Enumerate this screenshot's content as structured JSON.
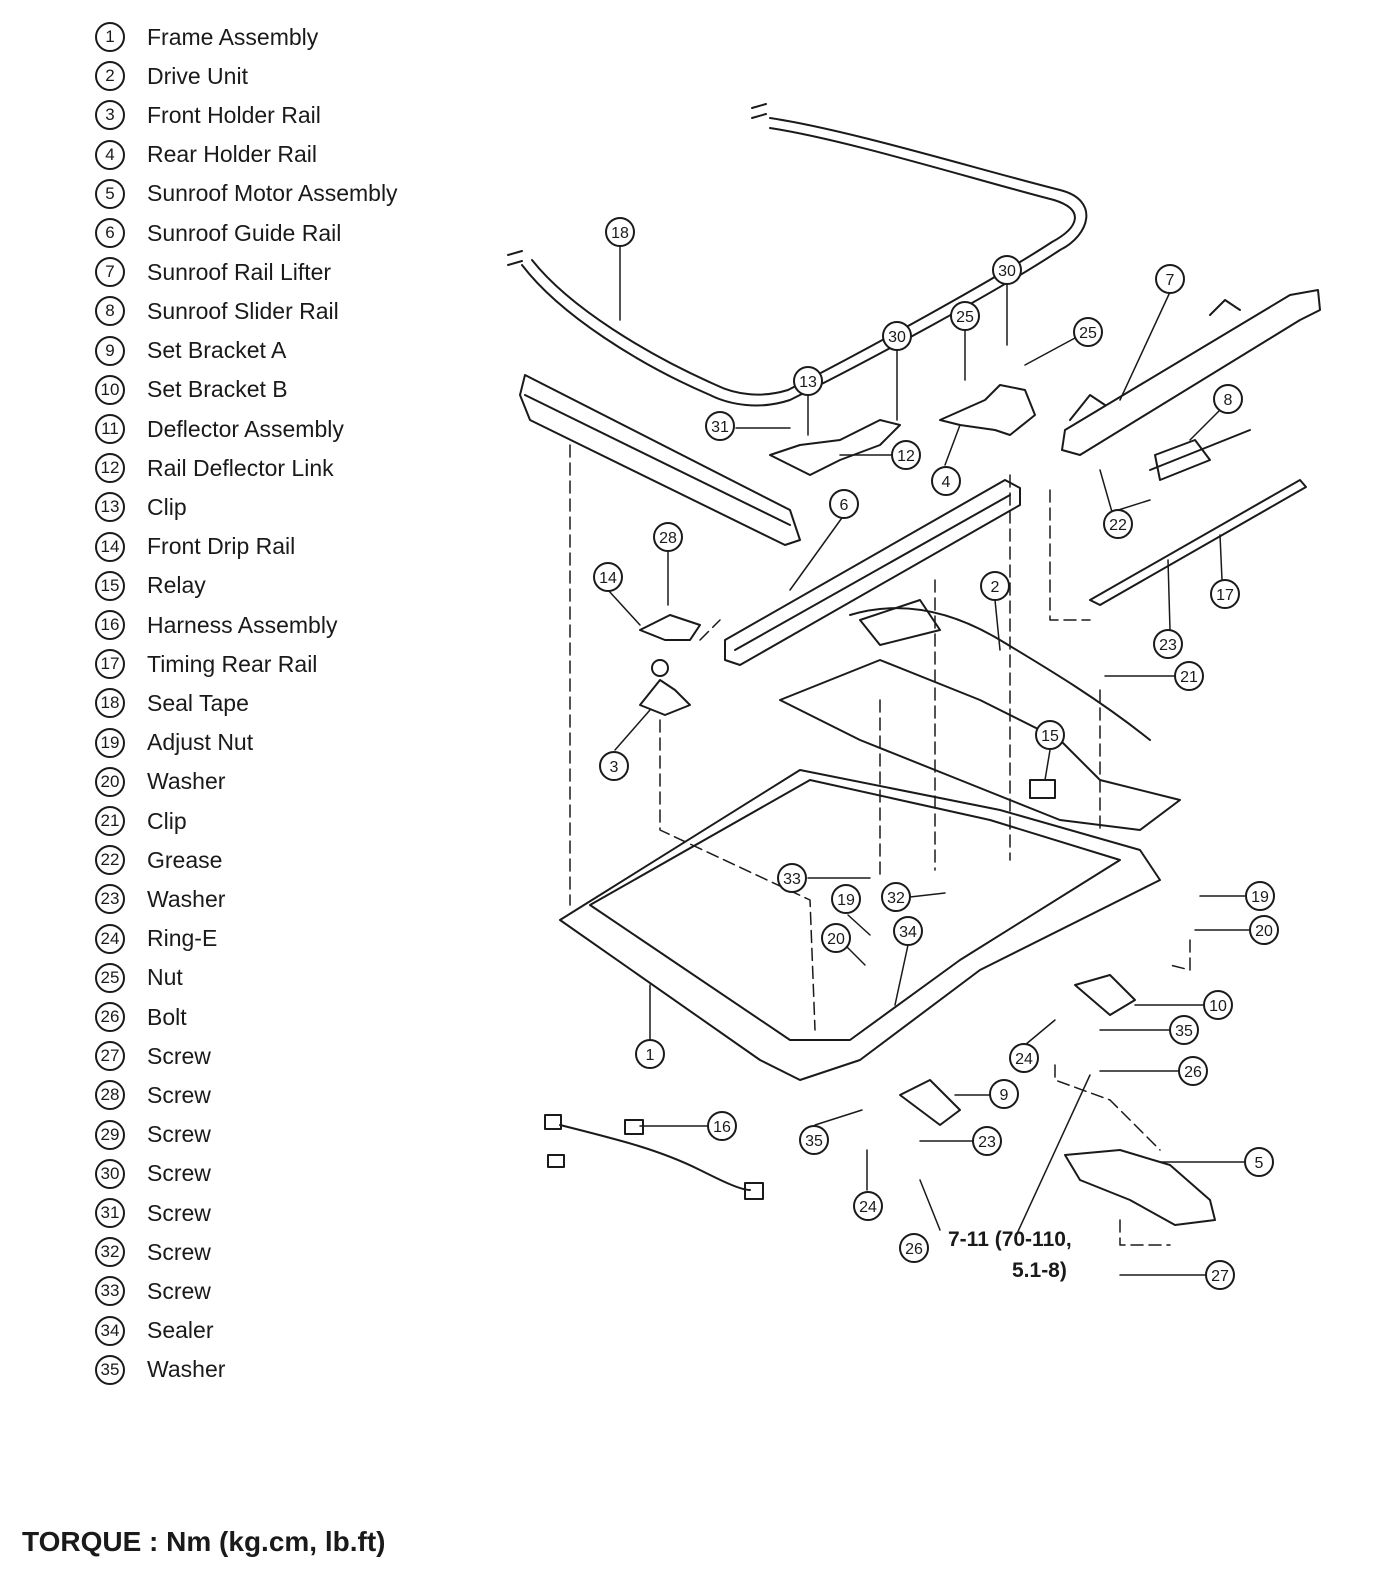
{
  "legend": [
    {
      "num": "1",
      "label": "Frame Assembly"
    },
    {
      "num": "2",
      "label": "Drive Unit"
    },
    {
      "num": "3",
      "label": "Front Holder Rail"
    },
    {
      "num": "4",
      "label": "Rear Holder Rail"
    },
    {
      "num": "5",
      "label": "Sunroof Motor Assembly"
    },
    {
      "num": "6",
      "label": "Sunroof Guide Rail"
    },
    {
      "num": "7",
      "label": "Sunroof Rail Lifter"
    },
    {
      "num": "8",
      "label": "Sunroof Slider Rail"
    },
    {
      "num": "9",
      "label": "Set Bracket A"
    },
    {
      "num": "10",
      "label": "Set Bracket B"
    },
    {
      "num": "11",
      "label": "Deflector Assembly"
    },
    {
      "num": "12",
      "label": "Rail Deflector Link"
    },
    {
      "num": "13",
      "label": "Clip"
    },
    {
      "num": "14",
      "label": "Front Drip Rail"
    },
    {
      "num": "15",
      "label": "Relay"
    },
    {
      "num": "16",
      "label": "Harness Assembly"
    },
    {
      "num": "17",
      "label": "Timing Rear Rail"
    },
    {
      "num": "18",
      "label": "Seal Tape"
    },
    {
      "num": "19",
      "label": "Adjust Nut"
    },
    {
      "num": "20",
      "label": "Washer"
    },
    {
      "num": "21",
      "label": "Clip"
    },
    {
      "num": "22",
      "label": "Grease"
    },
    {
      "num": "23",
      "label": "Washer"
    },
    {
      "num": "24",
      "label": "Ring-E"
    },
    {
      "num": "25",
      "label": "Nut"
    },
    {
      "num": "26",
      "label": "Bolt"
    },
    {
      "num": "27",
      "label": "Screw"
    },
    {
      "num": "28",
      "label": "Screw"
    },
    {
      "num": "29",
      "label": "Screw"
    },
    {
      "num": "30",
      "label": "Screw"
    },
    {
      "num": "31",
      "label": "Screw"
    },
    {
      "num": "32",
      "label": "Screw"
    },
    {
      "num": "33",
      "label": "Screw"
    },
    {
      "num": "34",
      "label": "Sealer"
    },
    {
      "num": "35",
      "label": "Washer"
    }
  ],
  "callouts": [
    "18",
    "30",
    "25",
    "25",
    "7",
    "30",
    "13",
    "31",
    "12",
    "4",
    "8",
    "22",
    "28",
    "6",
    "14",
    "2",
    "17",
    "23",
    "21",
    "15",
    "3",
    "33",
    "32",
    "19",
    "19",
    "20",
    "20",
    "34",
    "10",
    "35",
    "1",
    "24",
    "26",
    "9",
    "16",
    "35",
    "23",
    "5",
    "24",
    "26",
    "27"
  ],
  "torque_spec": {
    "line1": "7-11 (70-110,",
    "line2": "5.1-8)"
  },
  "torque_note": "TORQUE : Nm (kg.cm, lb.ft)"
}
